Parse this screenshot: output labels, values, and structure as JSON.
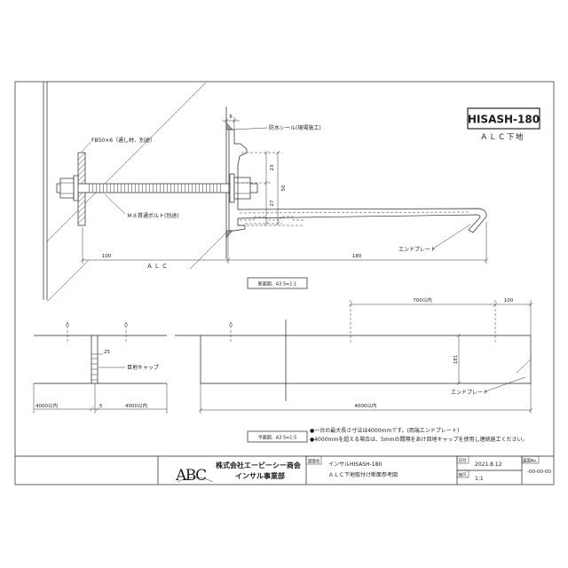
{
  "title_box": {
    "code": "HISASH-180",
    "substrate": "ＡＬＣ下地"
  },
  "section_view": {
    "dim_sealant_gap": "8",
    "sealant_label": "防水シール(現場施工)",
    "flat_bar_label": "FB50×6（通し材、別途）",
    "dim_upper": "23",
    "dim_total_height": "50",
    "dim_lower": "27",
    "bolt_label": "Ｍ８貫通ボルト(別途)",
    "end_plate_label": "エンドプレート",
    "dim_alc_thickness": "100",
    "dim_projection": "180",
    "alc_label": "ＡＬＣ",
    "caption": "断面図、A3 S=1:1"
  },
  "plan_view": {
    "joint_width_dim": "25",
    "joint_cap_label": "目地キャップ",
    "left_length": "4000以内",
    "joint_gap": "5",
    "right_length": "4000以内",
    "bracket_spacing": "700以内",
    "end_offset": "100",
    "depth_dim": "181",
    "end_plate_label": "エンドプレート",
    "total_length": "4000以内",
    "caption": "平面図、A3 S=1:5"
  },
  "notes": [
    "●一台の最大長さ寸法は4000mmです。(両端エンドプレート)",
    "●4000mmを超える場合は、5mmの間隔をあけ目地キャップを使用し連続施工ください。"
  ],
  "title_block": {
    "logo": "ABC",
    "company": "株式会社エービーシー商会",
    "department": "インサル事業部",
    "drawing_name_label": "図面名",
    "drawing_name": "インサルHISASH-180",
    "drawing_subtitle": "ＡＬＣ下地取付け断面参考図",
    "date_label": "日付",
    "date": "2021.8.12",
    "scale_label": "縮尺",
    "scale": "1:1",
    "drawing_no_label": "図面No.",
    "drawing_no": "-00-00-00"
  }
}
